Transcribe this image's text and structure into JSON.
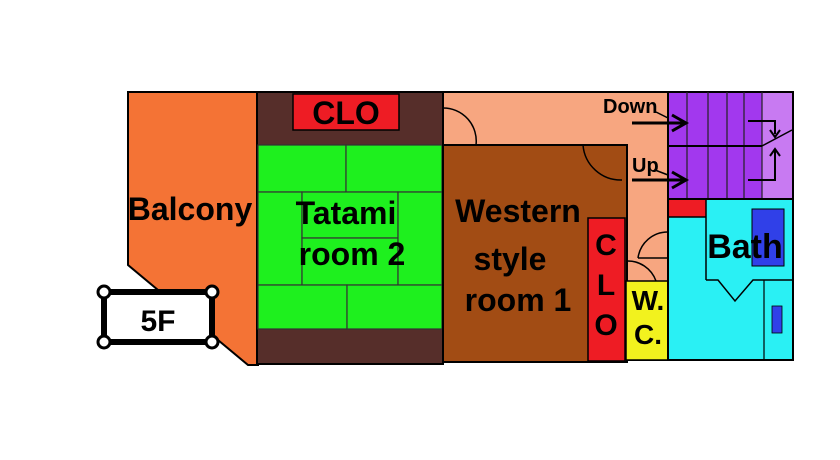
{
  "floor_label": "5F",
  "rooms": {
    "balcony": {
      "label": "Balcony",
      "color": "#F47335"
    },
    "tatami": {
      "line1": "Tatami",
      "line2": "room 2",
      "color": "#1EF01E",
      "border_color": "#562E2A"
    },
    "closet_top": {
      "label": "CLO",
      "color": "#EE1C24"
    },
    "western": {
      "line1": "Western",
      "line2": "style",
      "line3": "room 1",
      "color": "#A24C14"
    },
    "closet_side": {
      "letters": [
        "C",
        "L",
        "O"
      ],
      "color": "#EE1C24"
    },
    "hallway": {
      "color": "#F7A680"
    },
    "wc": {
      "line1": "W.",
      "line2": "C.",
      "color": "#F2F21E"
    },
    "bath": {
      "label": "Bath",
      "color": "#2AF0F4",
      "tub_color": "#3040E8"
    },
    "stairs": {
      "color": "#A238EE",
      "landing_color": "#C87AF2"
    }
  },
  "stair_labels": {
    "down": "Down",
    "up": "Up"
  }
}
